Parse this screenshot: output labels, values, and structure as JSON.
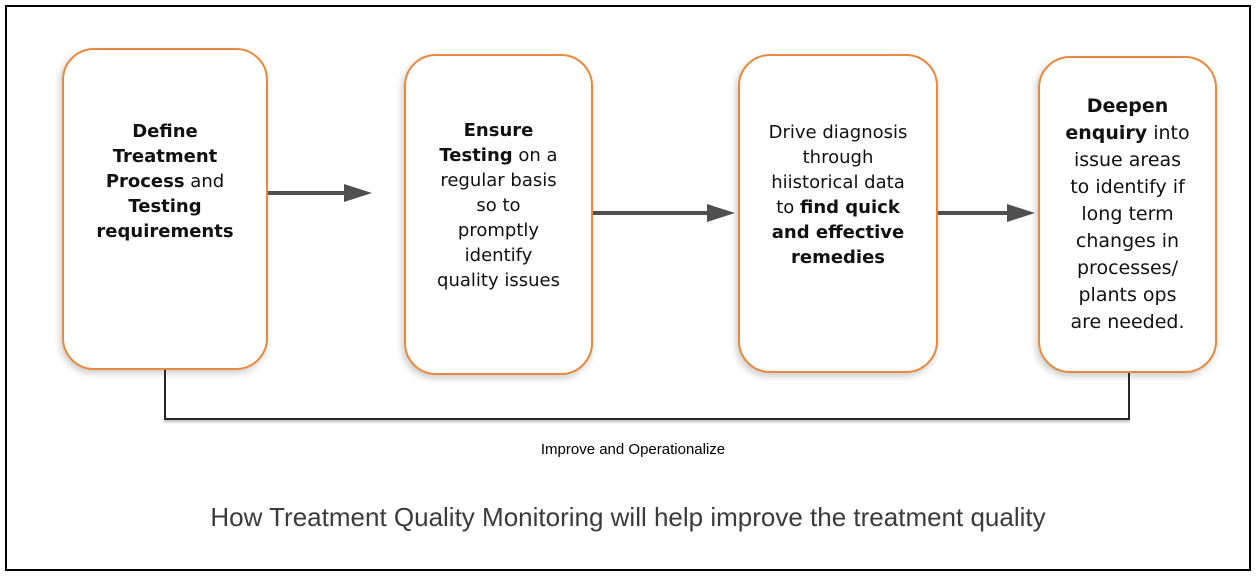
{
  "diagram": {
    "boxes": [
      {
        "name": "define-treatment-process",
        "segments": [
          {
            "text": "Define\nTreatment\nProcess",
            "bold": true
          },
          {
            "text": " and\n",
            "bold": false
          },
          {
            "text": "Testing\nrequirements",
            "bold": true
          }
        ]
      },
      {
        "name": "ensure-testing",
        "segments": [
          {
            "text": "Ensure\nTesting",
            "bold": true
          },
          {
            "text": " on a\nregular basis\nso to\npromptly\nidentify\nquality issues",
            "bold": false
          }
        ]
      },
      {
        "name": "drive-diagnosis",
        "segments": [
          {
            "text": "Drive diagnosis\nthrough\nhiistorical data\nto ",
            "bold": false
          },
          {
            "text": "find quick\nand effective\nremedies",
            "bold": true
          }
        ]
      },
      {
        "name": "deepen-enquiry",
        "segments": [
          {
            "text": "Deepen\nenquiry",
            "bold": true
          },
          {
            "text": " into\nissue areas\nto identify if\nlong term\nchanges in\nprocesses/\nplants ops\nare needed.",
            "bold": false
          }
        ]
      }
    ],
    "feedback_label": "Improve and Operationalize",
    "caption": "How Treatment Quality Monitoring will help improve the treatment quality",
    "colors": {
      "box_border": "#E8893D",
      "arrow": "#4F4F4F",
      "feedback_line": "#262626",
      "frame": "#000000",
      "box_text": "#111111",
      "caption_text": "#3B3B3B"
    }
  }
}
